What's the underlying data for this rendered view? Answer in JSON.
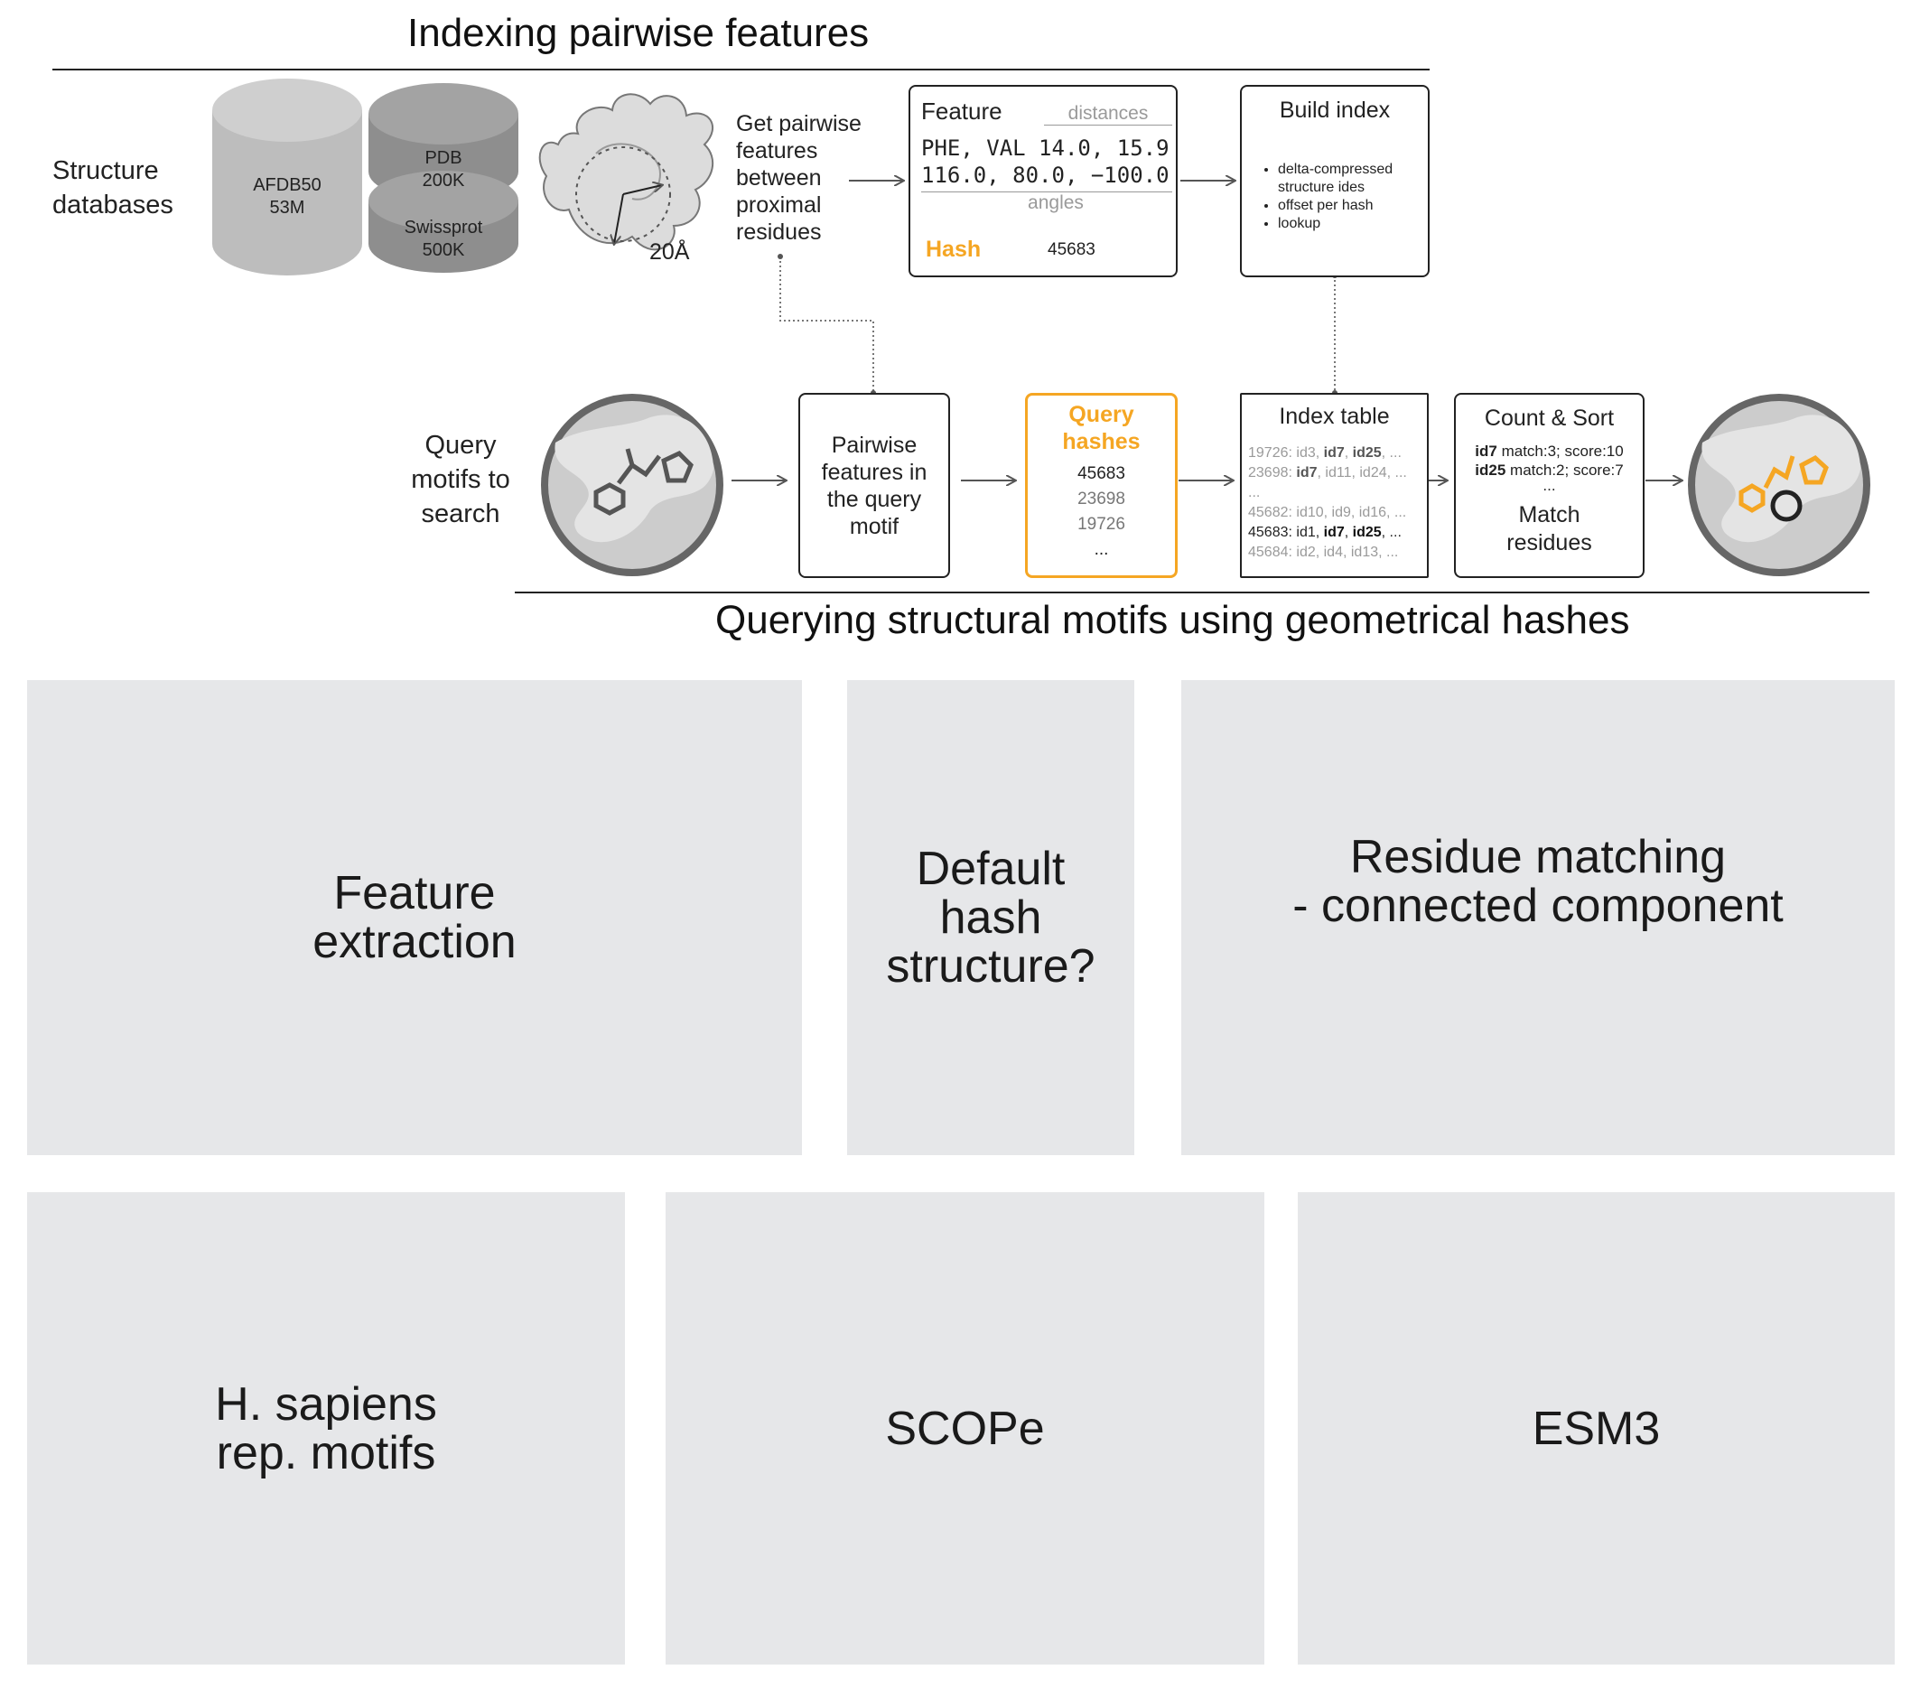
{
  "indexing": {
    "title": "Indexing pairwise features",
    "structure_label": "Structure\ndatabases",
    "db1": {
      "name": "AFDB50",
      "size": "53M"
    },
    "db2": {
      "name": "PDB",
      "size": "200K"
    },
    "db3": {
      "name": "Swissprot",
      "size": "500K"
    },
    "radius": "20Å",
    "step_text": "Get pairwise\nfeatures\nbetween\nproximal\nresidues",
    "feature_box": {
      "title": "Feature",
      "distances_label": "distances",
      "row1": "PHE, VAL 14.0, 15.9",
      "row2": "116.0, 80.0, −100.0",
      "angles_label": "angles",
      "hash_label": "Hash",
      "hash_value": "45683"
    },
    "build_index": {
      "title": "Build index",
      "bullets": [
        "delta-compressed\nstructure ides",
        "offset per hash",
        "lookup"
      ]
    }
  },
  "querying": {
    "title": "Querying structural motifs using geometrical hashes",
    "query_label": "Query\nmotifs to\nsearch",
    "pairwise_box": "Pairwise\nfeatures in\nthe query\nmotif",
    "query_hashes": {
      "title": "Query\nhashes",
      "values": [
        "45683",
        "23698",
        "19726",
        "..."
      ]
    },
    "index_table": {
      "title": "Index table",
      "rows": [
        {
          "key": "19726:",
          "ids": [
            {
              "t": " id3, ",
              "b": false
            },
            {
              "t": "id7",
              "b": true
            },
            {
              "t": ", ",
              "b": false
            },
            {
              "t": "id25",
              "b": true
            },
            {
              "t": ", ...",
              "b": false
            }
          ],
          "dim": true
        },
        {
          "key": "23698:",
          "ids": [
            {
              "t": " ",
              "b": false
            },
            {
              "t": "id7",
              "b": true
            },
            {
              "t": ", id11, id24, ...",
              "b": false
            }
          ],
          "dim": true
        },
        {
          "key": "...",
          "ids": [],
          "dim": true
        },
        {
          "key": "45682:",
          "ids": [
            {
              "t": " id10, id9, id16, ...",
              "b": false
            }
          ],
          "dim": true
        },
        {
          "key": "45683:",
          "ids": [
            {
              "t": " id1, ",
              "b": false
            },
            {
              "t": "id7",
              "b": true
            },
            {
              "t": ", ",
              "b": false
            },
            {
              "t": "id25",
              "b": true
            },
            {
              "t": ", ...",
              "b": false
            }
          ],
          "dim": false
        },
        {
          "key": "45684:",
          "ids": [
            {
              "t": " id2, id4, id13, ...",
              "b": false
            }
          ],
          "dim": true
        }
      ]
    },
    "count_sort": {
      "title": "Count & Sort",
      "line1_id": "id7",
      "line1_rest": " match:3; score:10",
      "line2_id": "id25",
      "line2_rest": " match:2; score:7",
      "ellipsis": "...",
      "match_label": "Match\nresidues"
    }
  },
  "panels": {
    "p1": "Feature\nextraction",
    "p2": "Default\nhash\nstructure?",
    "p3": "Residue matching\n- connected component",
    "p4": "H. sapiens\nrep. motifs",
    "p5": "SCOPe",
    "p6": "ESM3"
  },
  "colors": {
    "accent": "#f5a623",
    "panel_bg": "#e6e7e9",
    "ink": "#222222"
  }
}
